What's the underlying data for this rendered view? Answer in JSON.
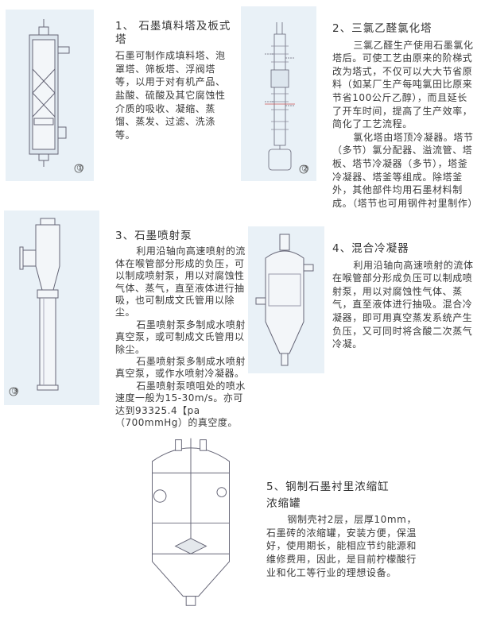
{
  "sections": [
    {
      "title": "1、  石墨填料塔及板式塔",
      "paragraphs": [
        "石墨可制作成填料塔、泡罩塔、筛板塔、浮阀塔等，以用于对有机产品、盐酸、硫酸及其它腐蚀性介质的吸收、凝缩、蒸馏、蒸发、过滤、洗涤等。"
      ],
      "figure_label": "①"
    },
    {
      "title": "2、三氯乙醛氯化塔",
      "paragraphs": [
        "三氯乙醛生产使用石墨氯化塔后。可使工艺由原来的阶梯式改为塔式，不仅可以大大节省原料（如某厂生产每吨氯田比原来节省100公斤乙醇），而且延长了开车时间，提高了生产效率，简化了工艺流程。",
        "氯化塔由塔顶冷凝器。塔节（多节）氯分配器、溢流管、塔板、塔节冷凝器（多节），塔釜冷凝器、塔釜等组成。除塔釜外，其他部件均用石墨材料制成。（塔节也可用钢件衬里制作）"
      ],
      "figure_label": "②"
    },
    {
      "title": "3、石墨喷射泵",
      "paragraphs": [
        "利用沿轴向高速喷射的流体在喉管部分形成的负压，可以制成喷射泵，用以对腐蚀性气体、蒸气，直至液体进行抽吸，也可制成文氏管用以除尘。",
        "石墨喷射泵多制成水喷射真空泵，或可制成文氏管用以除尘。",
        "石墨喷射泵多制成水喷射真空泵，或作水喷射冷凝器。",
        "石墨喷射泵喷咀处的喷水速度一般为15-30m/s。亦可达到93325.4【pa（700mmHg）的真空度。"
      ],
      "figure_label": "③"
    },
    {
      "title": "4、混合冷凝器",
      "paragraphs": [
        "利用沿轴向高速喷射的流体在喉管部分形成负压可以制成喷射泵，用以对腐蚀性气体、蒸气，直至液体进行抽吸。混合冷凝器，即可用真空蒸发系统产生负压，又可同时将含酸二次蒸气冷凝。"
      ]
    },
    {
      "title": "5、钢制石墨衬里浓缩缸",
      "subtitle": "浓缩罐",
      "paragraphs": [
        "钢制壳衬2层，层厚10mm，石墨砖的浓缩罐，安装方便，保温好，使用期长，能相应节约能源和维修费用，因此，是目前柠檬酸行业和化工等行业的理想设备。"
      ]
    }
  ]
}
